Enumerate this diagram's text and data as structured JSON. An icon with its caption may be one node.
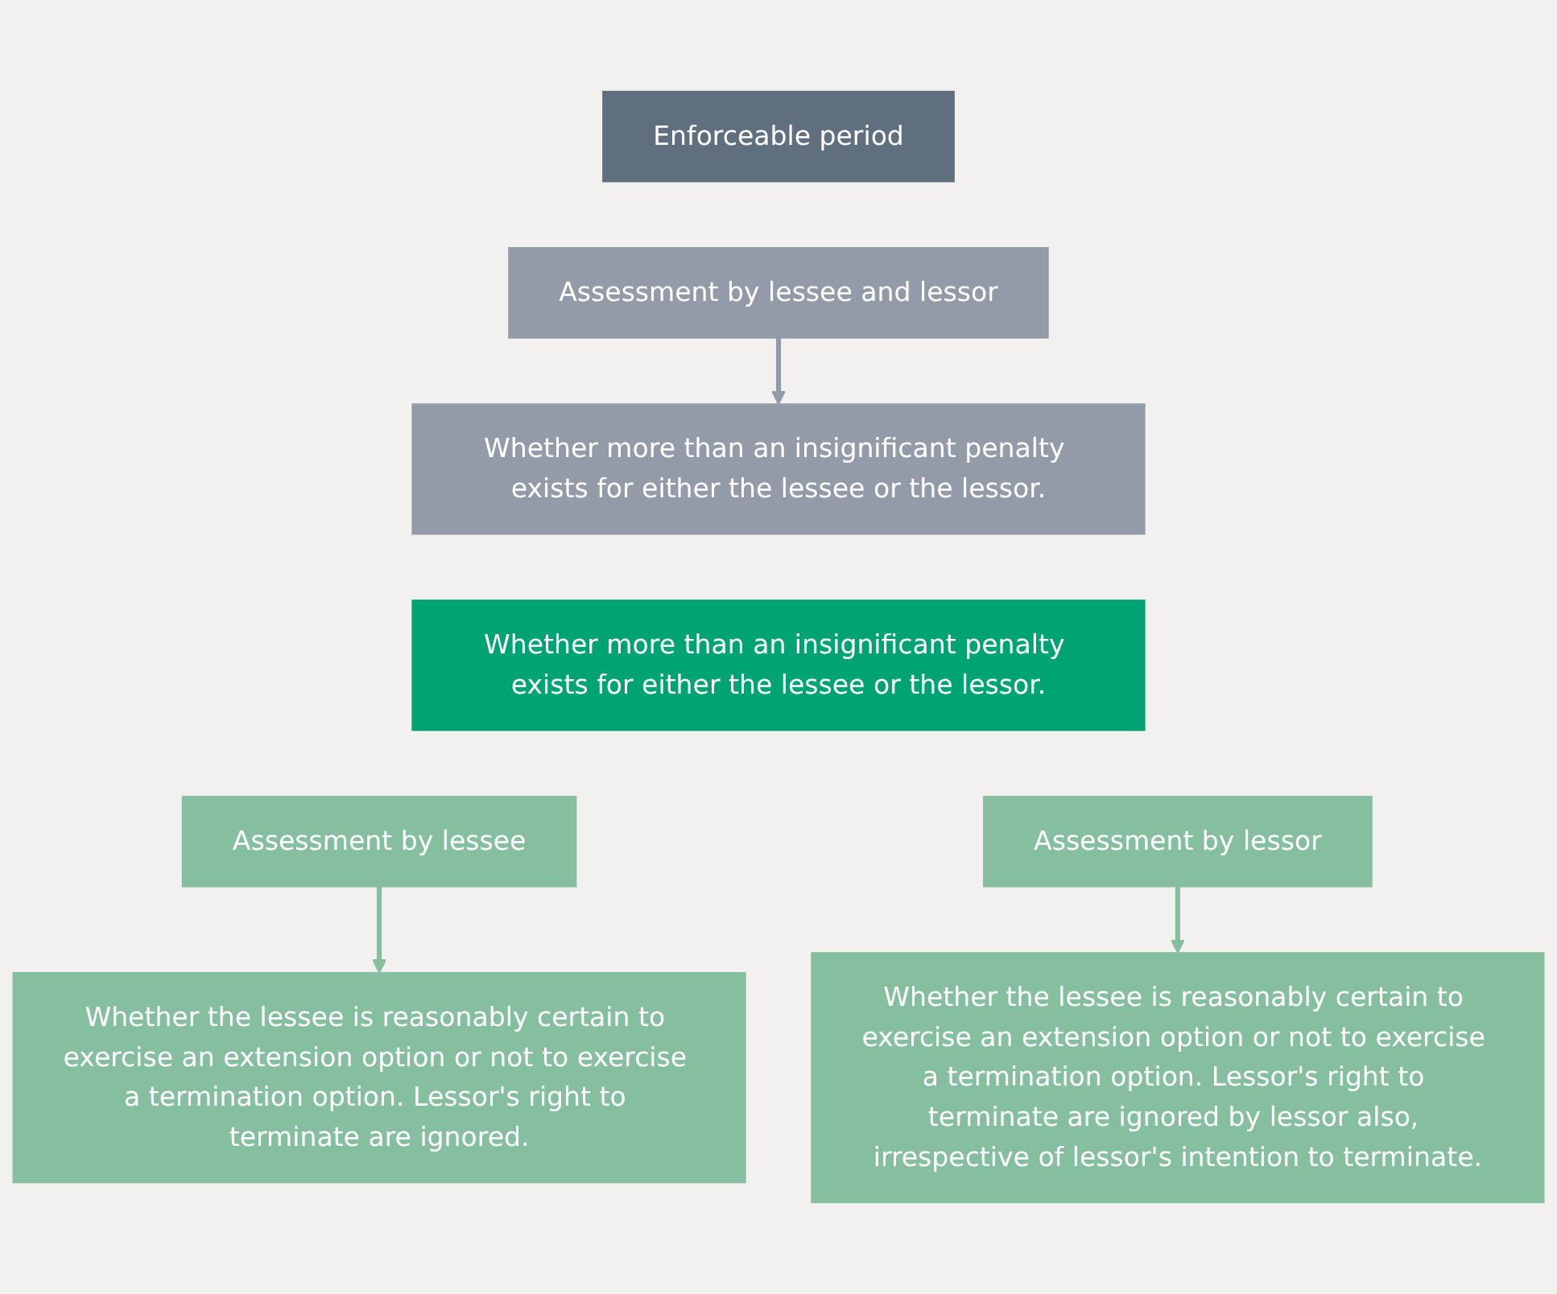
{
  "diagram": {
    "nodes": [
      {
        "text": [
          "Enforceable period"
        ]
      },
      {
        "text": [
          "Assessment by lessee and lessor"
        ]
      },
      {
        "text": [
          "Whether more than an insignificant penalty exists for either the lessee or the lessor."
        ]
      },
      {
        "text": [
          "Whether more than an insignificant penalty exists for either the lessee or the lessor."
        ]
      },
      {
        "text": [
          "Assessment by lessee"
        ]
      },
      {
        "text": [
          "Assessment by lessor"
        ]
      },
      {
        "text": [
          "Whether the lessee is reasonably certain to exercise an extension option or not to exercise a termination option. Lessor's right to terminate are ignored."
        ]
      },
      {
        "text": [
          "Whether the lessee is reasonably certain to exercise an extension option or not to exercise a termination option. Lessor's right to terminate are ignored by lessor also, irrespective of lessor's intention to terminate."
        ]
      }
    ],
    "edges": [
      {
        "from": 1,
        "to": 2,
        "arrow": "to",
        "color": "#949ba8"
      },
      {
        "from": 4,
        "to": 6,
        "arrow": "to"
      },
      {
        "from": 5,
        "to": 7,
        "arrow": "to"
      }
    ]
  }
}
